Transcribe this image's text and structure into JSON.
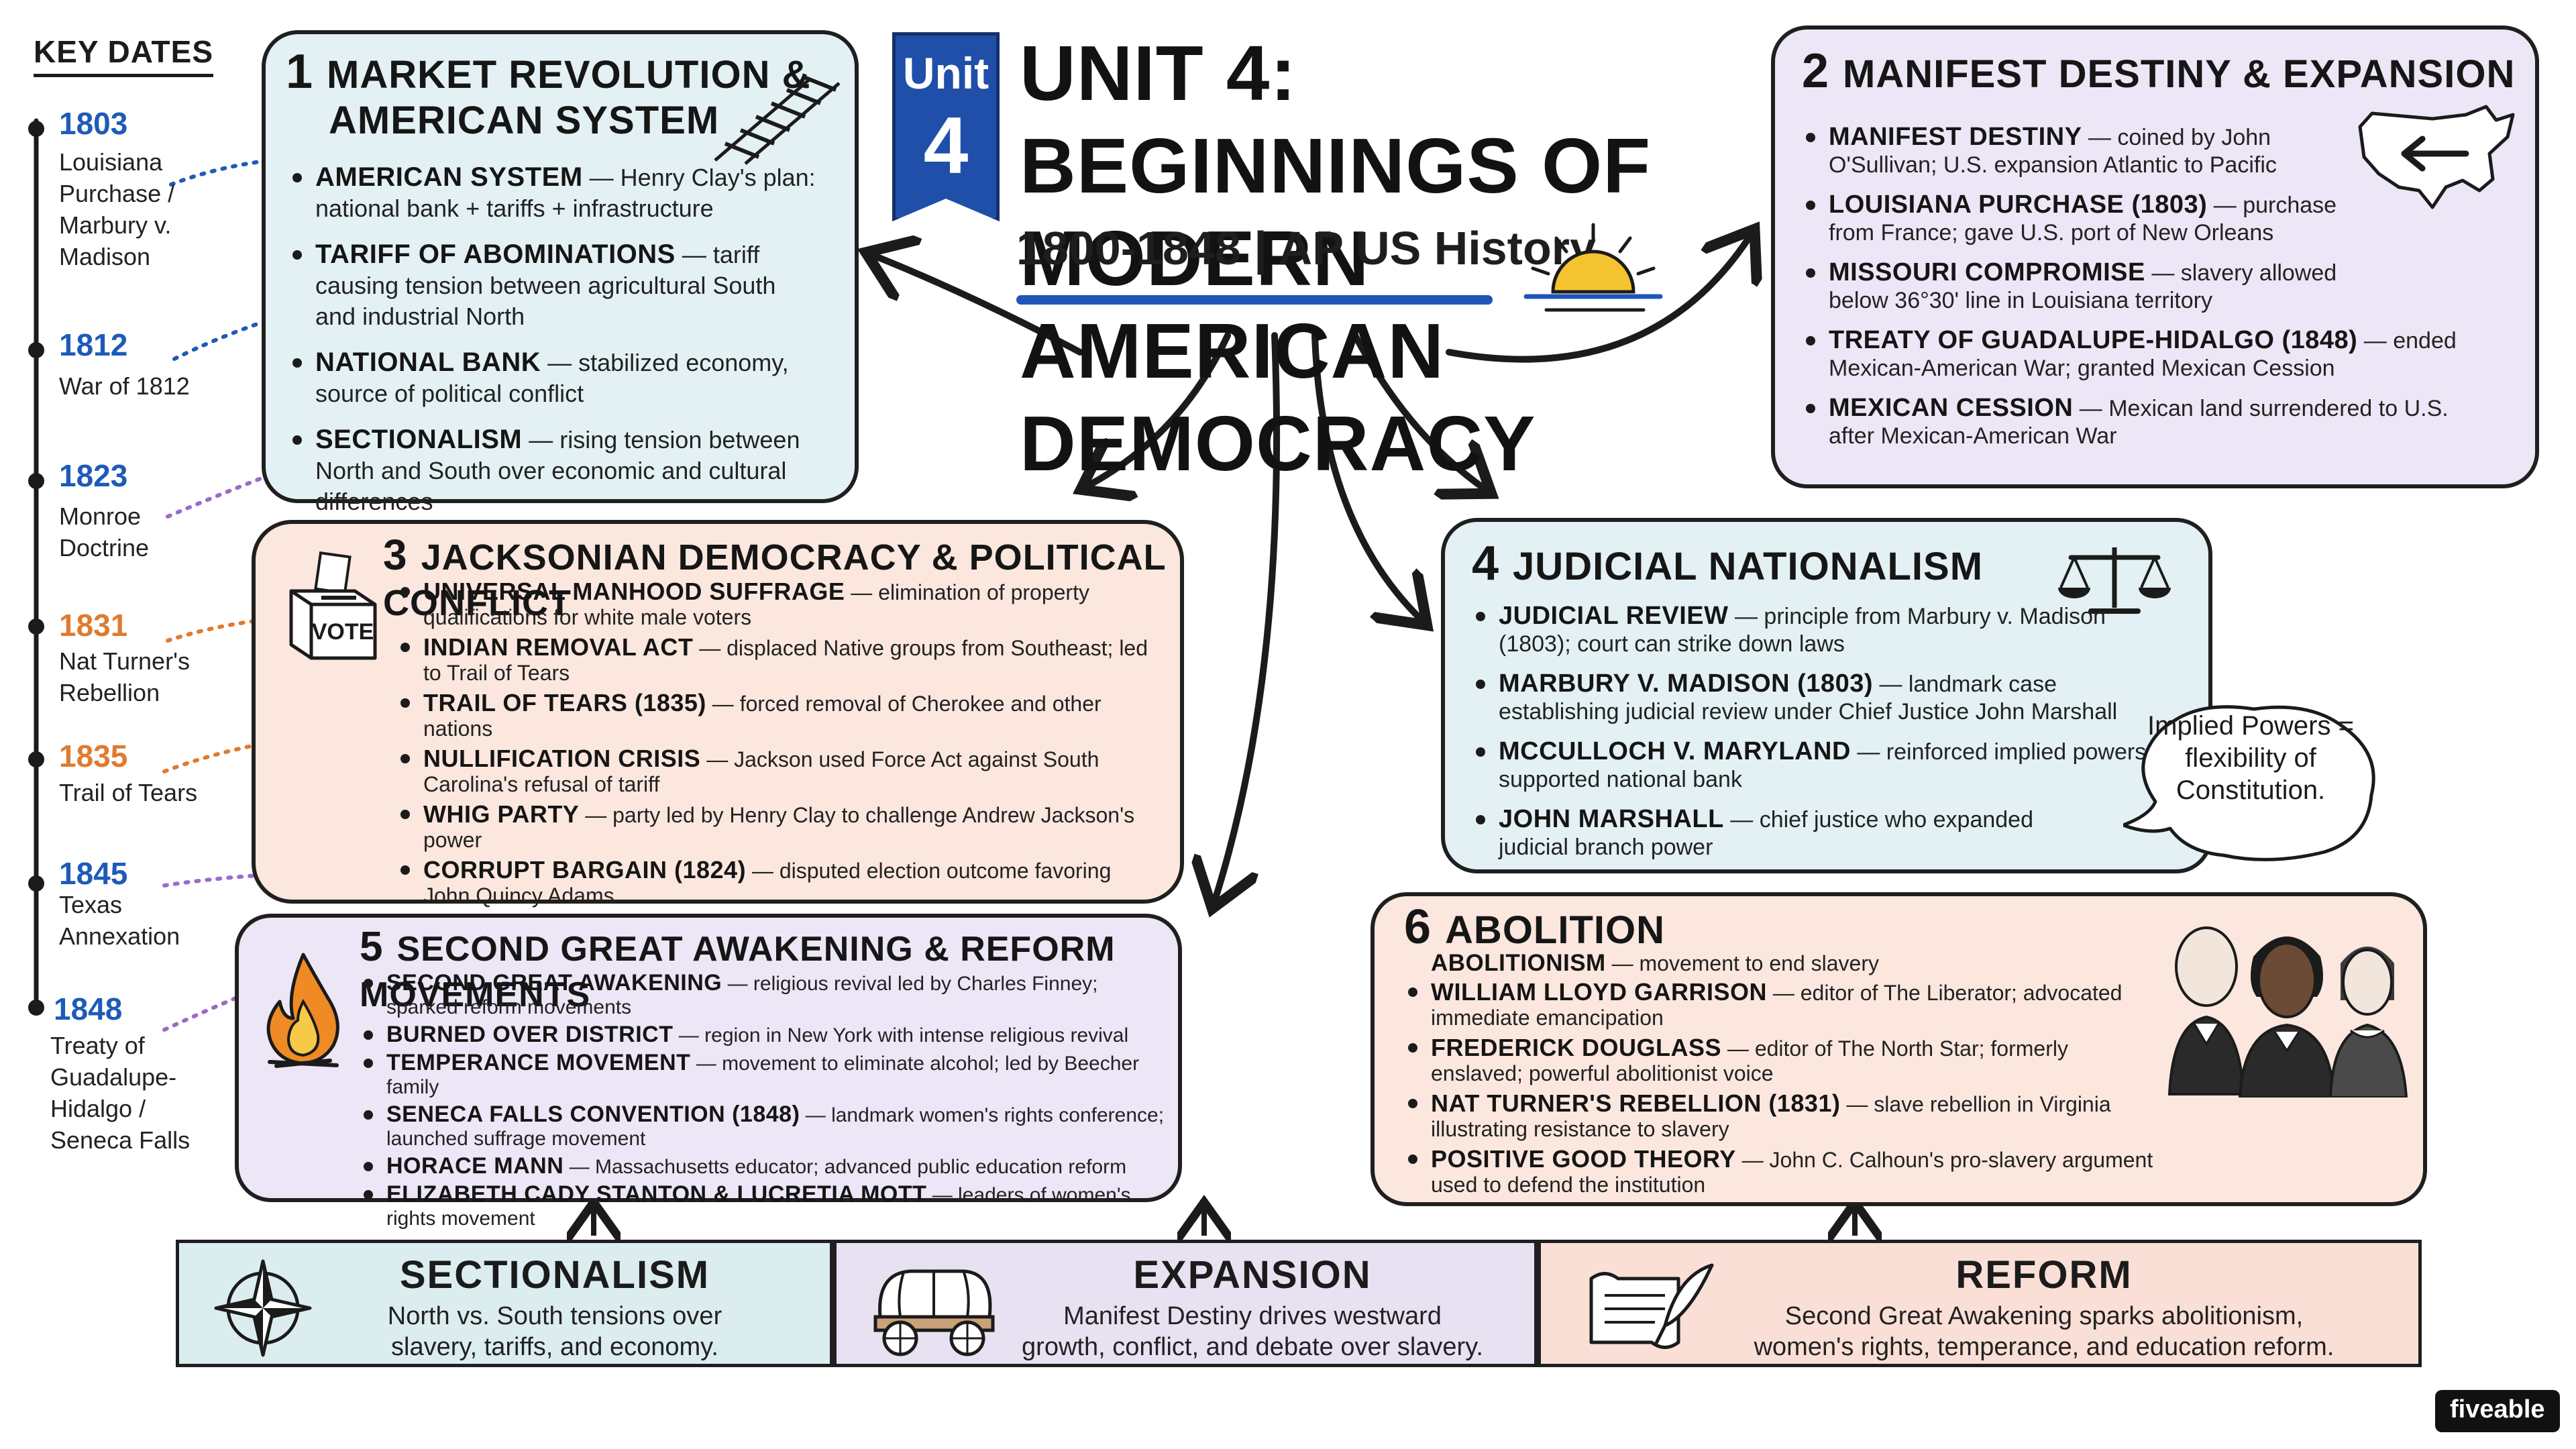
{
  "header": {
    "badge_line1": "Unit",
    "badge_line2": "4",
    "title_line1": "UNIT 4: BEGINNINGS OF",
    "title_line2": "MODERN AMERICAN DEMOCRACY",
    "subtitle": "1800-1848 | AP US History"
  },
  "key_dates": {
    "title": "KEY DATES",
    "items": [
      {
        "year": "1803",
        "label": "Louisiana Purchase / Marbury v. Madison",
        "color": "#1e5bb8"
      },
      {
        "year": "1812",
        "label": "War of 1812",
        "color": "#1e5bb8"
      },
      {
        "year": "1823",
        "label": "Monroe Doctrine",
        "color": "#1e5bb8"
      },
      {
        "year": "1831",
        "label": "Nat Turner's Rebellion",
        "color": "#e07a2e"
      },
      {
        "year": "1835",
        "label": "Trail of Tears",
        "color": "#e07a2e"
      },
      {
        "year": "1845",
        "label": "Texas Annexation",
        "color": "#1e5bb8"
      },
      {
        "year": "1848",
        "label": "Treaty of Guadalupe-Hidalgo / Seneca Falls",
        "color": "#1e5bb8"
      }
    ]
  },
  "sections": [
    {
      "num": "1",
      "title_line1": "MARKET REVOLUTION &",
      "title_line2": "AMERICAN SYSTEM",
      "items": [
        {
          "term": "AMERICAN SYSTEM",
          "desc": " — Henry Clay's plan: national bank + tariffs + infrastructure"
        },
        {
          "term": "TARIFF OF ABOMINATIONS",
          "desc": " — tariff causing tension between agricultural South and industrial North"
        },
        {
          "term": "NATIONAL BANK",
          "desc": " — stabilized economy, source of political conflict"
        },
        {
          "term": "SECTIONALISM",
          "desc": " — rising tension between North and South over economic and cultural differences"
        }
      ]
    },
    {
      "num": "2",
      "title": "MANIFEST DESTINY & EXPANSION",
      "items": [
        {
          "term": "MANIFEST DESTINY",
          "desc": " — coined by John O'Sullivan; U.S. expansion Atlantic to Pacific"
        },
        {
          "term": "LOUISIANA PURCHASE (1803)",
          "desc": " — purchase from France; gave U.S. port of New Orleans"
        },
        {
          "term": "MISSOURI COMPROMISE",
          "desc": " — slavery allowed below 36°30' line in Louisiana territory"
        },
        {
          "term": "TREATY OF GUADALUPE-HIDALGO (1848)",
          "desc": " — ended Mexican-American War; granted Mexican Cession"
        },
        {
          "term": "MEXICAN CESSION",
          "desc": " — Mexican land surrendered to U.S. after Mexican-American War"
        }
      ]
    },
    {
      "num": "3",
      "title": "JACKSONIAN DEMOCRACY & POLITICAL CONFLICT",
      "ballot_label": "VOTE",
      "items": [
        {
          "term": "UNIVERSAL MANHOOD SUFFRAGE",
          "desc": " — elimination of property qualifications for white male voters"
        },
        {
          "term": "INDIAN REMOVAL ACT",
          "desc": " — displaced Native groups from Southeast; led to Trail of Tears"
        },
        {
          "term": "TRAIL OF TEARS (1835)",
          "desc": " — forced removal of Cherokee and other nations"
        },
        {
          "term": "NULLIFICATION CRISIS",
          "desc": " — Jackson used Force Act against South Carolina's refusal of tariff"
        },
        {
          "term": "WHIG PARTY",
          "desc": " — party led by Henry Clay to challenge Andrew Jackson's power"
        },
        {
          "term": "CORRUPT BARGAIN (1824)",
          "desc": " — disputed election outcome favoring John Quincy Adams"
        }
      ]
    },
    {
      "num": "4",
      "title": "JUDICIAL NATIONALISM",
      "items": [
        {
          "term": "JUDICIAL REVIEW",
          "desc": " — principle from Marbury v. Madison (1803); court can strike down laws"
        },
        {
          "term": "MARBURY V. MADISON (1803)",
          "desc": " — landmark case establishing judicial review under Chief Justice John Marshall"
        },
        {
          "term": "McCULLOCH V. MARYLAND",
          "desc": " — reinforced implied powers; supported national bank"
        },
        {
          "term": "JOHN MARSHALL",
          "desc": " — chief justice who expanded judicial branch power"
        }
      ],
      "speech": "Implied Powers = flexibility of Constitution."
    },
    {
      "num": "5",
      "title": "SECOND GREAT AWAKENING & REFORM MOVEMENTS",
      "items": [
        {
          "term": "SECOND GREAT AWAKENING",
          "desc": " — religious revival led by Charles Finney; sparked reform movements"
        },
        {
          "term": "BURNED OVER DISTRICT",
          "desc": " — region in New York with intense religious revival"
        },
        {
          "term": "TEMPERANCE MOVEMENT",
          "desc": " — movement to eliminate alcohol; led by Beecher family"
        },
        {
          "term": "SENECA FALLS CONVENTION (1848)",
          "desc": " — landmark women's rights conference; launched suffrage movement"
        },
        {
          "term": "HORACE MANN",
          "desc": " — Massachusetts educator; advanced public education reform"
        },
        {
          "term": "ELIZABETH CADY STANTON & LUCRETIA MOTT",
          "desc": " — leaders of women's rights movement"
        }
      ]
    },
    {
      "num": "6",
      "title": "ABOLITION",
      "intro_term": "ABOLITIONISM",
      "intro_desc": " — movement to end slavery",
      "items": [
        {
          "term": "WILLIAM LLOYD GARRISON",
          "desc": " — editor of The Liberator; advocated immediate emancipation"
        },
        {
          "term": "FREDERICK DOUGLASS",
          "desc": " — editor of The North Star; formerly enslaved; powerful abolitionist voice"
        },
        {
          "term": "NAT TURNER'S REBELLION (1831)",
          "desc": " — slave rebellion in Virginia illustrating resistance to slavery"
        },
        {
          "term": "POSITIVE GOOD THEORY",
          "desc": " — John C. Calhoun's pro-slavery argument used to defend the institution"
        }
      ]
    }
  ],
  "themes": [
    {
      "title": "SECTIONALISM",
      "line1": "North vs. South tensions over",
      "line2": "slavery, tariffs, and economy.",
      "color": "#dcedf0",
      "icon": "compass-icon"
    },
    {
      "title": "EXPANSION",
      "line1": "Manifest Destiny drives westward",
      "line2": "growth, conflict, and debate over slavery.",
      "color": "#e8e1f2",
      "icon": "covered-wagon-icon"
    },
    {
      "title": "REFORM",
      "line1": "Second Great Awakening sparks abolitionism,",
      "line2": "women's rights, temperance, and education reform.",
      "color": "#fadfd6",
      "icon": "scroll-quill-icon"
    }
  ],
  "footer": {
    "logo": "fiveable"
  },
  "colors": {
    "teal": "#e3f1f4",
    "lavender": "#ece6f6",
    "peach": "#fbe7de",
    "blue": "#1f56b8",
    "orange": "#e07a2e"
  }
}
